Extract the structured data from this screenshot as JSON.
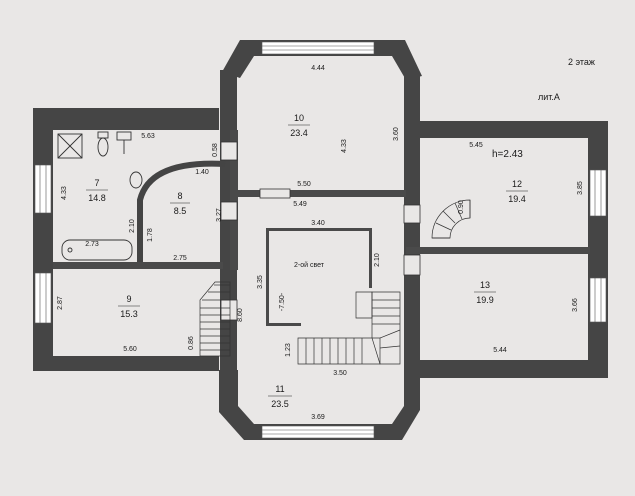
{
  "sheet": {
    "floor_label": "2 этаж",
    "building_label": "лит.А",
    "height_label": "h=2.43"
  },
  "rooms": [
    {
      "number": "7",
      "area": "14.8"
    },
    {
      "number": "8",
      "area": "8.5"
    },
    {
      "number": "9",
      "area": "15.3"
    },
    {
      "number": "10",
      "area": "23.4"
    },
    {
      "number": "11",
      "area": "23.5"
    },
    {
      "number": "12",
      "area": "19.4"
    },
    {
      "number": "13",
      "area": "19.9"
    }
  ],
  "void": {
    "label": "2-ой свет",
    "level": "-7.50-"
  },
  "dimensions": [
    "4.44",
    "5.63",
    "4.33",
    "3.60",
    "5.45",
    "3.85",
    "0.58",
    "1.40",
    "5.50",
    "5.49",
    "4.33",
    "2.10",
    "1.78",
    "3.27",
    "2.73",
    "2.75",
    "3.40",
    "3.35",
    "2.10",
    "0.90",
    "2.87",
    "8.60",
    "0.86",
    "5.60",
    "1.23",
    "3.50",
    "3.66",
    "5.44",
    "3.69"
  ]
}
